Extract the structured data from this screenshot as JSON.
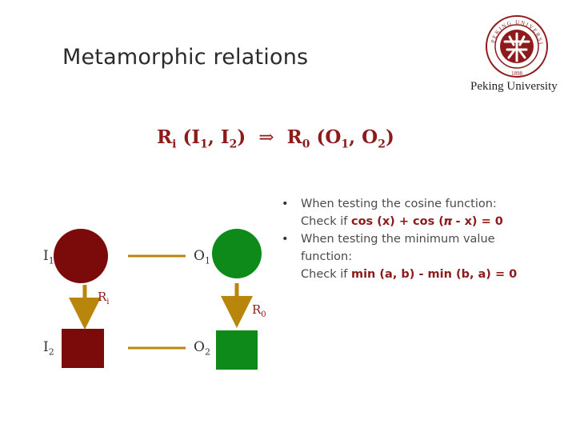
{
  "slide": {
    "title": "Metamorphic relations",
    "university": "Peking University",
    "logo_text_top": "PEKING UNIVERSITY",
    "logo_text_bottom": "1898"
  },
  "formula": {
    "r_in": "R",
    "r_in_sub": "i",
    "i1": "I",
    "i1_sub": "1",
    "i2": "I",
    "i2_sub": "2",
    "arrow": "⇒",
    "r_out": "R",
    "r_out_sub": "0",
    "o1": "O",
    "o1_sub": "1",
    "o2": "O",
    "o2_sub": "2"
  },
  "bullets": [
    {
      "line1": "When testing the cosine function:",
      "line2_prefix": "Check if ",
      "line2_bold": "cos (x) + cos (𝝅 - x) = 0"
    },
    {
      "line1": "When testing the minimum value",
      "line1b": "function:",
      "line2_prefix": "Check if ",
      "line2_bold": "min (a, b) - min (b, a) = 0"
    }
  ],
  "diagram": {
    "i1": "I",
    "i1_sub": "1",
    "o1": "O",
    "o1_sub": "1",
    "i2": "I",
    "i2_sub": "2",
    "o2": "O",
    "o2_sub": "2",
    "ri": "R",
    "ri_sub": "i",
    "ro": "R",
    "ro_sub": "0"
  },
  "colors": {
    "input": "#7b0a0a",
    "output": "#0e8a1a",
    "connector": "#b8860b",
    "accent": "#8e1b1b"
  }
}
